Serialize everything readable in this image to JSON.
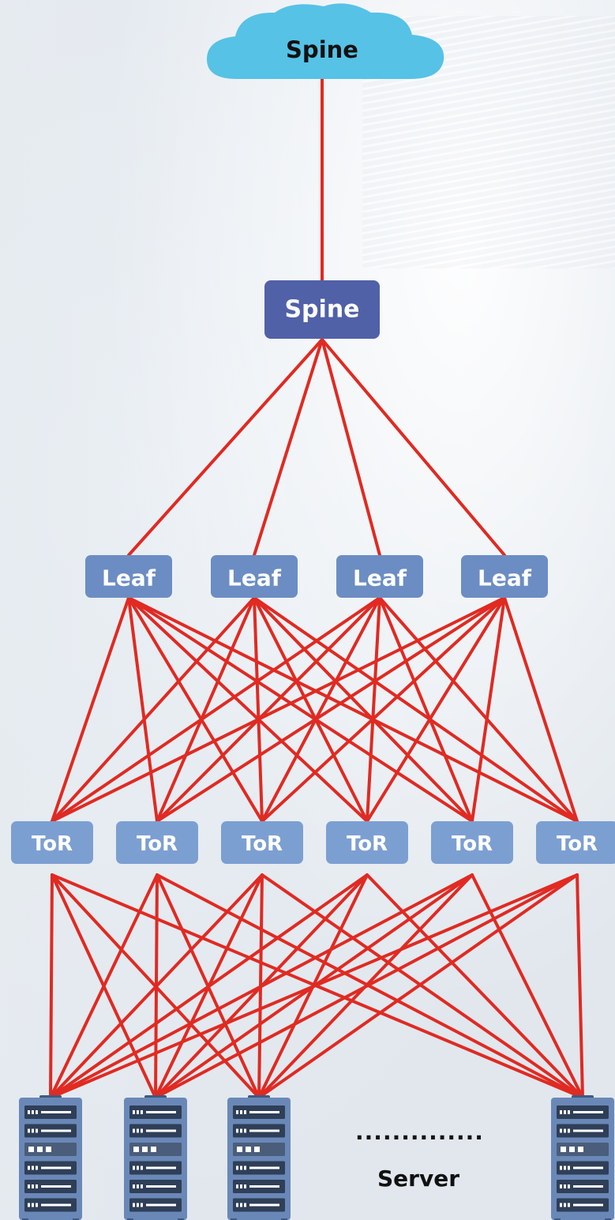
{
  "colors": {
    "link": "#e02a22",
    "cloud": "#56c2e6",
    "spine": "#5061a8",
    "leaf": "#6b8dc3",
    "tor": "#7c9fd2",
    "server": "#6a88b7"
  },
  "cloud": {
    "label": "Spine",
    "icon": "cloud-icon"
  },
  "spine": {
    "label": "Spine"
  },
  "leaves": [
    {
      "label": "Leaf"
    },
    {
      "label": "Leaf"
    },
    {
      "label": "Leaf"
    },
    {
      "label": "Leaf"
    }
  ],
  "tors": [
    {
      "label": "ToR"
    },
    {
      "label": "ToR"
    },
    {
      "label": "ToR"
    },
    {
      "label": "ToR"
    },
    {
      "label": "ToR"
    },
    {
      "label": "ToR"
    }
  ],
  "servers": {
    "icon": "server-rack-icon",
    "ellipsis": "..............",
    "label": "Server"
  }
}
